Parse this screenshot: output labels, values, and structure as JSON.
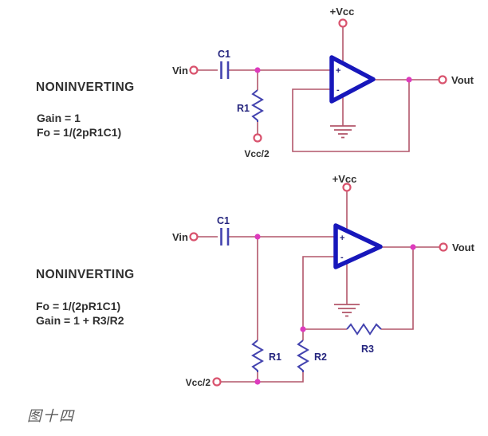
{
  "colors": {
    "wire": "#b2566a",
    "terminal": "#d9536e",
    "junction": "#dd3bbd",
    "opamp": "#1717bb",
    "component": "#4343af",
    "comp_label": "#25257e",
    "text": "#2f2f2f",
    "caption": "#5a5a5a"
  },
  "figure_caption": "图十四",
  "top_circuit": {
    "heading": "NONINVERTING",
    "formula_gain": "Gain = 1",
    "formula_fo": "Fo = 1/(2pR1C1)",
    "vin_label": "Vin",
    "vout_label": "Vout",
    "vcc_label": "+Vcc",
    "vcc_half_label": "Vcc/2",
    "c1_label": "C1",
    "r1_label": "R1",
    "opamp_plus": "+",
    "opamp_minus": "-"
  },
  "bottom_circuit": {
    "heading": "NONINVERTING",
    "formula_fo": "Fo = 1/(2pR1C1)",
    "formula_gain": "Gain = 1 + R3/R2",
    "vin_label": "Vin",
    "vout_label": "Vout",
    "vcc_label": "+Vcc",
    "vcc_half_label": "Vcc/2",
    "c1_label": "C1",
    "r1_label": "R1",
    "r2_label": "R2",
    "r3_label": "R3",
    "opamp_plus": "+",
    "opamp_minus": "-"
  }
}
